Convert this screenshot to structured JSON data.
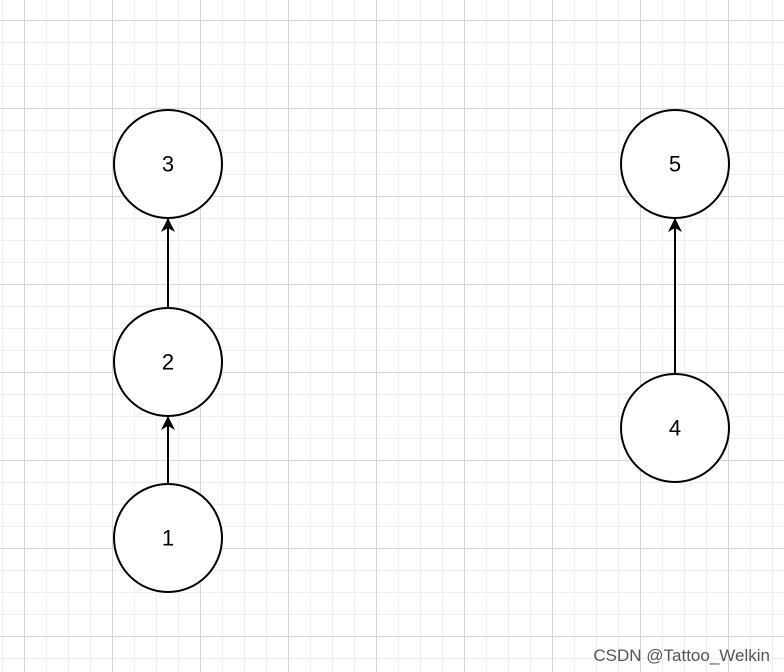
{
  "colors": {
    "stroke": "#000000",
    "node_fill": "#ffffff",
    "grid_major": "#d7d7d7",
    "grid_minor": "#eeeeee",
    "watermark": "#555555"
  },
  "nodes": [
    {
      "id": "1",
      "label": "1"
    },
    {
      "id": "2",
      "label": "2"
    },
    {
      "id": "3",
      "label": "3"
    },
    {
      "id": "4",
      "label": "4"
    },
    {
      "id": "5",
      "label": "5"
    }
  ],
  "edges": [
    {
      "from": "1",
      "to": "2"
    },
    {
      "from": "2",
      "to": "3"
    },
    {
      "from": "4",
      "to": "5"
    }
  ],
  "watermark": {
    "text": "CSDN @Tattoo_Welkin"
  }
}
